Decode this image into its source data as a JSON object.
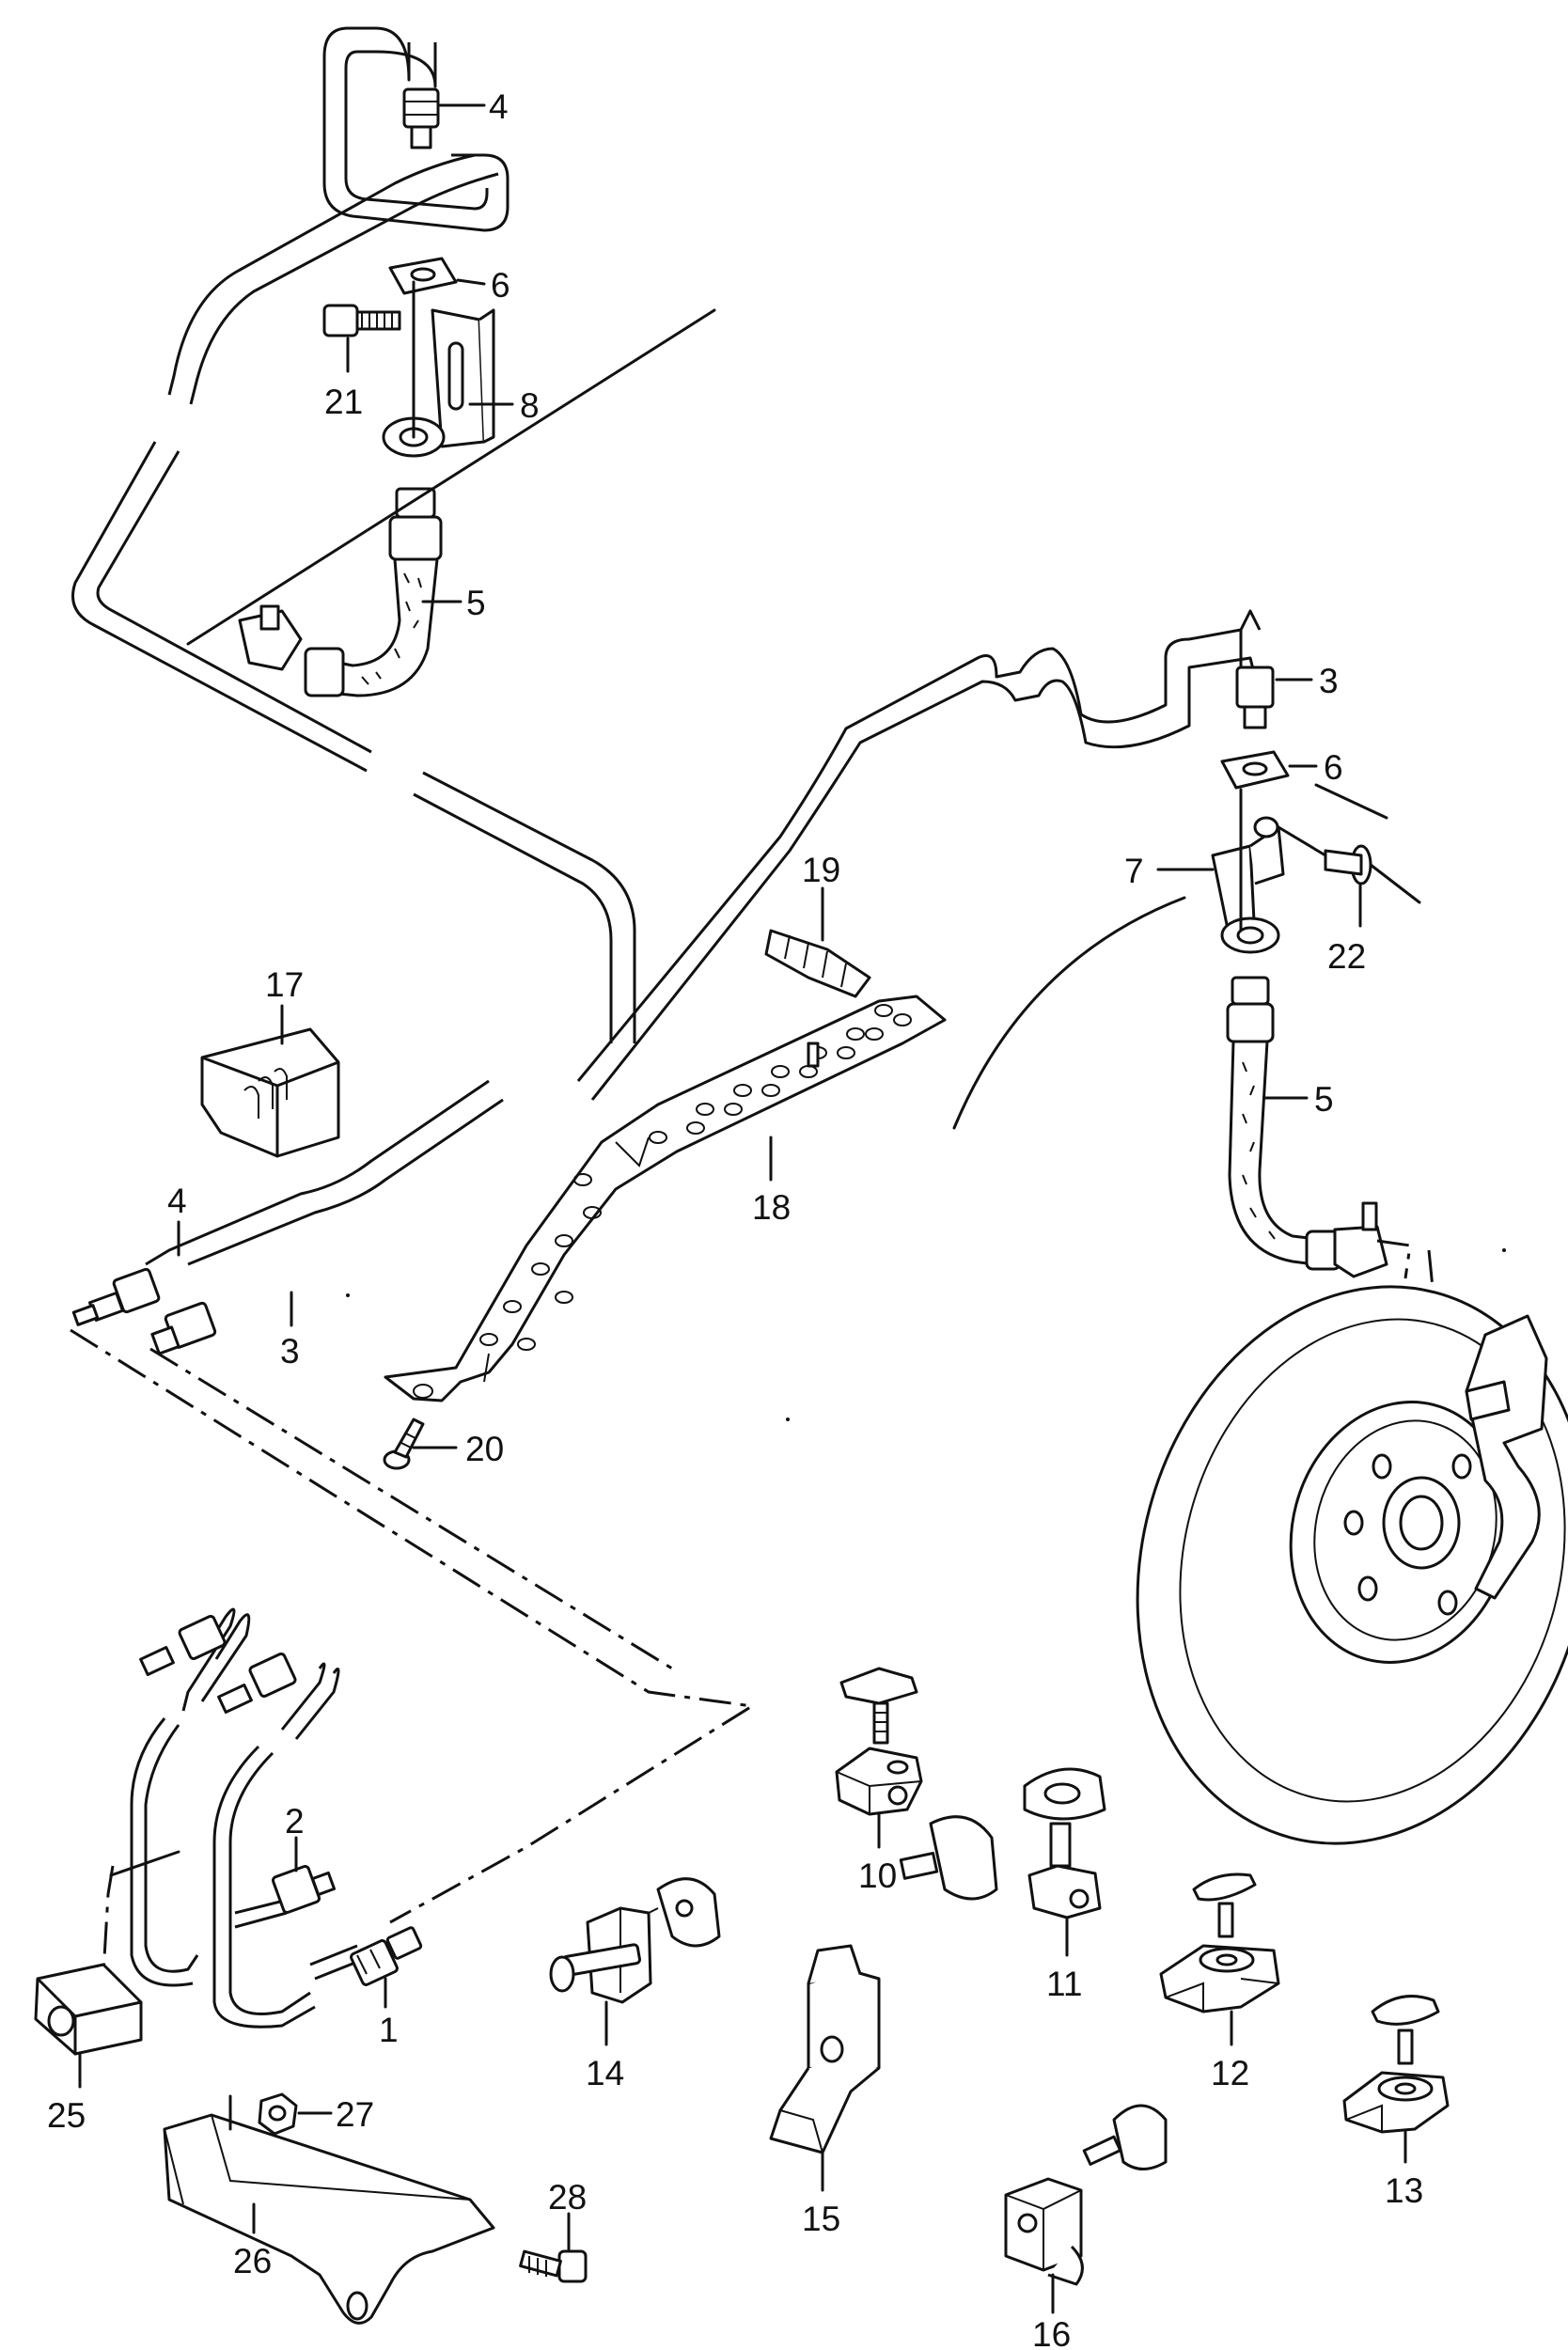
{
  "diagram": {
    "labels": {
      "p1": "1",
      "p2": "2",
      "p3_top": "3",
      "p3_left": "3",
      "p4_top": "4",
      "p4_left": "4",
      "p5_left": "5",
      "p5_right": "5",
      "p6_left": "6",
      "p6_right": "6",
      "p7": "7",
      "p8": "8",
      "p10": "10",
      "p11": "11",
      "p12": "12",
      "p13": "13",
      "p14": "14",
      "p15": "15",
      "p16": "16",
      "p17": "17",
      "p18": "18",
      "p19": "19",
      "p20": "20",
      "p21": "21",
      "p22": "22",
      "p25": "25",
      "p26": "26",
      "p27": "27",
      "p28": "28"
    }
  }
}
